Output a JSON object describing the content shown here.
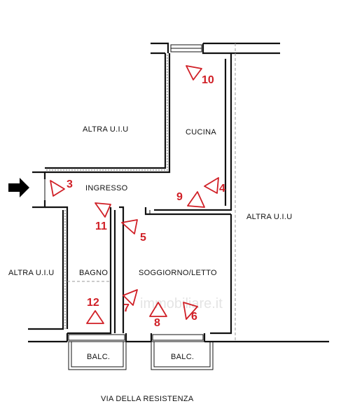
{
  "rooms": {
    "altra_top": "ALTRA U.I.U",
    "cucina": "CUCINA",
    "ingresso": "INGRESSO",
    "altra_right": "ALTRA U.I.U",
    "altra_left": "ALTRA U.I.U",
    "bagno": "BAGNO",
    "soggiorno": "SOGGIORNO/LETTO",
    "balc_left": "BALC.",
    "balc_right": "BALC."
  },
  "street": "VIA DELLA RESISTENZA",
  "watermark": "immobiliare.it",
  "cameras": [
    "3",
    "4",
    "5",
    "6",
    "7",
    "8",
    "9",
    "10",
    "11",
    "12"
  ],
  "colors": {
    "camera": "#d01f26",
    "wall": "#111111",
    "entry_arrow": "#000000"
  }
}
